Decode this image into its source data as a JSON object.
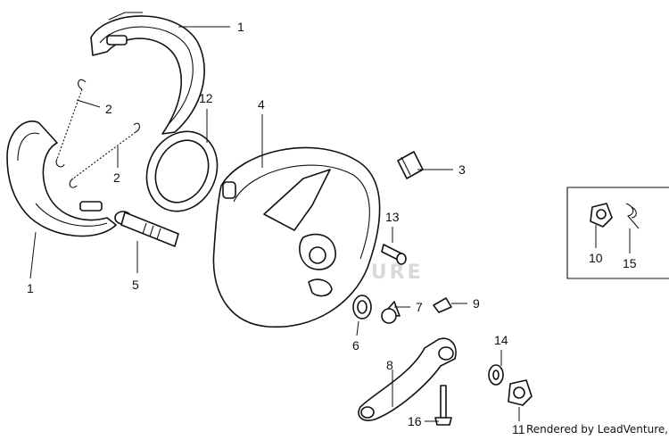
{
  "diagram": {
    "watermark": "LEADVENTURE",
    "credit": "Rendered by LeadVenture, Inc.",
    "callouts": [
      {
        "id": "c1a",
        "label": "1"
      },
      {
        "id": "c1b",
        "label": "1"
      },
      {
        "id": "c2a",
        "label": "2"
      },
      {
        "id": "c2b",
        "label": "2"
      },
      {
        "id": "c3",
        "label": "3"
      },
      {
        "id": "c4",
        "label": "4"
      },
      {
        "id": "c5",
        "label": "5"
      },
      {
        "id": "c6",
        "label": "6"
      },
      {
        "id": "c7",
        "label": "7"
      },
      {
        "id": "c8",
        "label": "8"
      },
      {
        "id": "c9",
        "label": "9"
      },
      {
        "id": "c10",
        "label": "10"
      },
      {
        "id": "c11",
        "label": "11"
      },
      {
        "id": "c12",
        "label": "12"
      },
      {
        "id": "c13",
        "label": "13"
      },
      {
        "id": "c14",
        "label": "14"
      },
      {
        "id": "c15",
        "label": "15"
      },
      {
        "id": "c16",
        "label": "16"
      }
    ]
  }
}
